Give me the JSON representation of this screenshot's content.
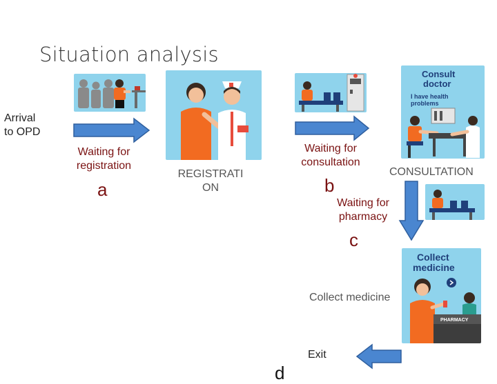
{
  "title": "Situation analysis",
  "labels": {
    "arrival": "Arrival\nto OPD",
    "waiting_registration": "Waiting for\nregistration",
    "registration": "REGISTRATI\nON",
    "waiting_consultation": "Waiting for\nconsultation",
    "consultation": "CONSULTATION",
    "waiting_pharmacy": "Waiting for\npharmacy",
    "collect_medicine": "Collect medicine",
    "exit": "Exit"
  },
  "letters": {
    "a": "a",
    "b": "b",
    "c": "c",
    "d": "d"
  },
  "images": {
    "consult_doctor_sign": "Consult\ndoctor",
    "consult_doctor_note": "I have health\nproblems",
    "collect_medicine_sign": "Collect\nmedicine",
    "pharmacy_sign": "PHARMACY"
  },
  "colors": {
    "arrow_fill": "#4a86d0",
    "arrow_stroke": "#2f5f9e",
    "label_text": "#7a1212",
    "sky_blue": "#8fd3ec",
    "orange_shirt": "#f26b21",
    "navy_chair": "#1f3f7a"
  }
}
